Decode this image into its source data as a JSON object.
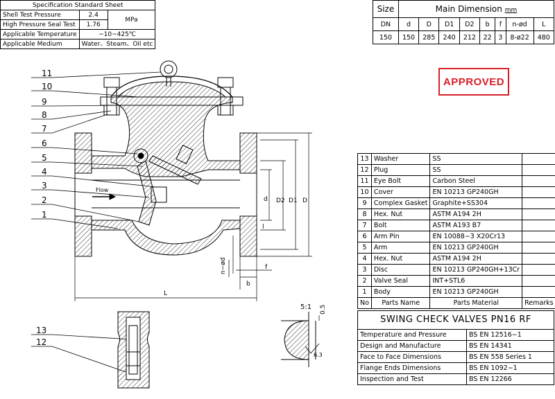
{
  "spec_sheet": {
    "title": "Specification Standard Sheet",
    "rows": [
      {
        "label": "Shell Test Pressure",
        "value": "2.4"
      },
      {
        "label": "High Pressure Seal Test",
        "value": "1.76"
      },
      {
        "label": "Applicable Temperature",
        "value": "−10~425℃"
      },
      {
        "label": "Applicable Medium",
        "value": "Water、Steam、Oil etc"
      }
    ],
    "unit": "MPa"
  },
  "dimension_table": {
    "size_label": "Size",
    "main_label": "Main Dimension",
    "unit": "mm",
    "headers": [
      "DN",
      "d",
      "D",
      "D1",
      "D2",
      "b",
      "f",
      "n-ød",
      "L"
    ],
    "values": [
      "150",
      "150",
      "285",
      "240",
      "212",
      "22",
      "3",
      "8-ø22",
      "480"
    ]
  },
  "stamp": {
    "text": "APPROVED",
    "color": "#d81f26"
  },
  "parts_table": {
    "rows": [
      {
        "no": "13",
        "name": "Washer",
        "material": "SS"
      },
      {
        "no": "12",
        "name": "Plug",
        "material": "SS"
      },
      {
        "no": "11",
        "name": "Eye Bolt",
        "material": "Carbon Steel"
      },
      {
        "no": "10",
        "name": "Cover",
        "material": "EN 10213 GP240GH"
      },
      {
        "no": "9",
        "name": "Complex Gasket",
        "material": "Graphite+SS304"
      },
      {
        "no": "8",
        "name": "Hex. Nut",
        "material": "ASTM A194 2H"
      },
      {
        "no": "7",
        "name": "Bolt",
        "material": "ASTM A193 B7"
      },
      {
        "no": "6",
        "name": "Arm Pin",
        "material": "EN 10088−3 X20Cr13"
      },
      {
        "no": "5",
        "name": "Arm",
        "material": "EN 10213 GP240GH"
      },
      {
        "no": "4",
        "name": "Hex. Nut",
        "material": "ASTM A194 2H"
      },
      {
        "no": "3",
        "name": "Disc",
        "material": "EN 10213 GP240GH+13Cr"
      },
      {
        "no": "2",
        "name": "Valve Seal",
        "material": "INT+STL6"
      },
      {
        "no": "1",
        "name": "Body",
        "material": "EN 10213 GP240GH"
      }
    ],
    "header": {
      "no": "No",
      "name": "Parts Name",
      "material": "Parts Material",
      "remarks": "Remarks"
    }
  },
  "title_block": {
    "title": "SWING CHECK VALVES PN16 RF",
    "rows": [
      {
        "label": "Temperature and Pressure",
        "value": "BS EN 12516−1"
      },
      {
        "label": "Design and Manufacture",
        "value": "BS EN 14341"
      },
      {
        "label": "Face to Face Dimensions",
        "value": "BS EN 558 Series 1"
      },
      {
        "label": "Flange Ends Dimensions",
        "value": "BS EN 1092−1"
      },
      {
        "label": "Inspection and Test",
        "value": "BS EN 12266"
      }
    ]
  },
  "drawing": {
    "callouts": [
      "11",
      "10",
      "9",
      "8",
      "7",
      "6",
      "5",
      "4",
      "3",
      "2",
      "1"
    ],
    "detail_callouts": [
      "13",
      "12"
    ],
    "flow_label": "Flow",
    "dim_labels": {
      "L": "L",
      "d": "d",
      "D2": "D2",
      "D1": "D1",
      "D": "D",
      "f": "f",
      "b": "b",
      "nd": "n−ød",
      "l": "l"
    },
    "detail_scale": "5:1",
    "detail_dim": "0.5",
    "roughness": "6.3"
  }
}
